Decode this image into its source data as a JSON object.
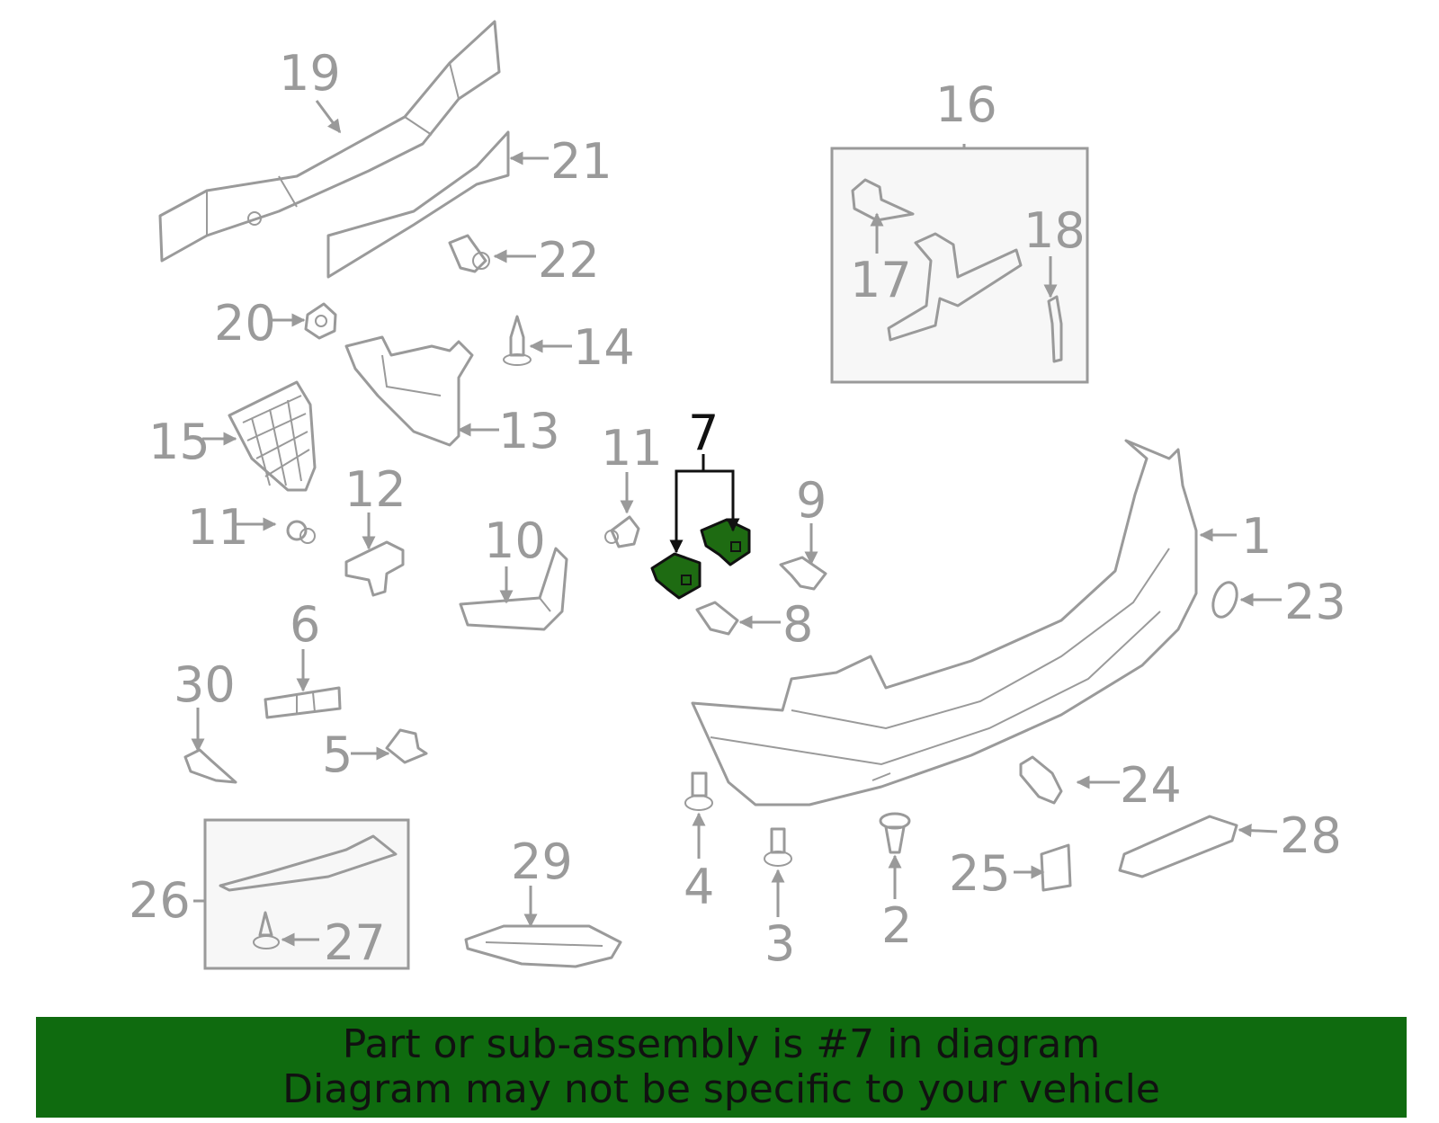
{
  "callouts": {
    "c1": "1",
    "c2": "2",
    "c3": "3",
    "c4": "4",
    "c5": "5",
    "c6": "6",
    "c7": "7",
    "c8": "8",
    "c9": "9",
    "c10": "10",
    "c11a": "11",
    "c11b": "11",
    "c12": "12",
    "c13": "13",
    "c14": "14",
    "c15": "15",
    "c16": "16",
    "c17": "17",
    "c18": "18",
    "c19": "19",
    "c20": "20",
    "c21": "21",
    "c22": "22",
    "c23": "23",
    "c24": "24",
    "c25": "25",
    "c26": "26",
    "c27": "27",
    "c28": "28",
    "c29": "29",
    "c30": "30"
  },
  "banner": {
    "line1": "Part or sub-assembly is #7 in diagram",
    "line2": "Diagram may not be specific to your vehicle"
  },
  "colors": {
    "part_stroke": "#9a9a9a",
    "highlight_part": "#1e6b12",
    "banner_bg": "#0f6b0f"
  }
}
